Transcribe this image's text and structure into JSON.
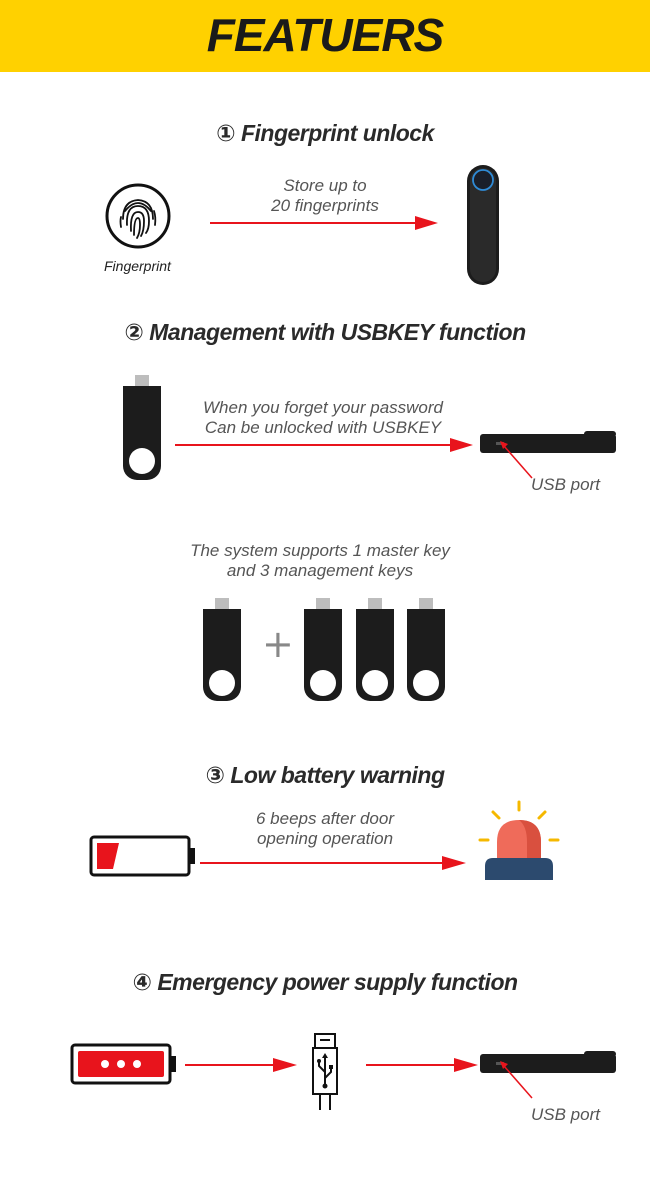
{
  "banner": {
    "title": "FEATUERS"
  },
  "sections": [
    {
      "heading": "① Fingerprint unlock",
      "caption_line1": "Store up to",
      "caption_line2": "20 fingerprints",
      "icon_label": "Fingerprint"
    },
    {
      "heading": "② Management with USBKEY function",
      "caption_line1": "When you forget your password",
      "caption_line2": "Can be unlocked with USBKEY",
      "port_label": "USB port",
      "keys_line1": "The system supports 1 master key",
      "keys_line2": "and 3 management keys",
      "plus": "+"
    },
    {
      "heading": "③ Low battery warning",
      "caption_line1": "6 beeps after door",
      "caption_line2": "opening operation"
    },
    {
      "heading": "④ Emergency power supply function",
      "port_label": "USB port"
    }
  ],
  "colors": {
    "banner": "#ffd100",
    "arrow": "#e8141c",
    "key": "#1c1c1c",
    "alarm_red": "#ef6b5a",
    "alarm_base": "#2c4a6e",
    "ray": "#f5b800"
  },
  "icons": [
    "fingerprint-icon",
    "usb-key-icon",
    "low-battery-icon",
    "alarm-light-icon",
    "full-battery-icon",
    "usb-symbol-icon",
    "usb-port-icon"
  ]
}
